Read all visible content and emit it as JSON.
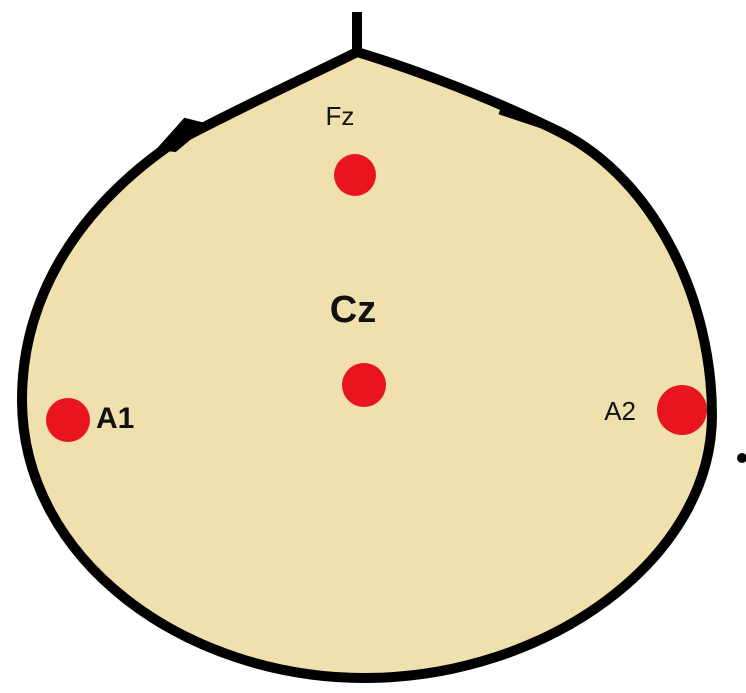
{
  "colors": {
    "head_fill": "#EFE0AE",
    "outline": "#000000",
    "electrode": "#E8141E"
  },
  "electrodes": {
    "fz": {
      "label": "Fz"
    },
    "cz": {
      "label": "Cz"
    },
    "a1": {
      "label": "A1"
    },
    "a2": {
      "label": "A2"
    }
  }
}
